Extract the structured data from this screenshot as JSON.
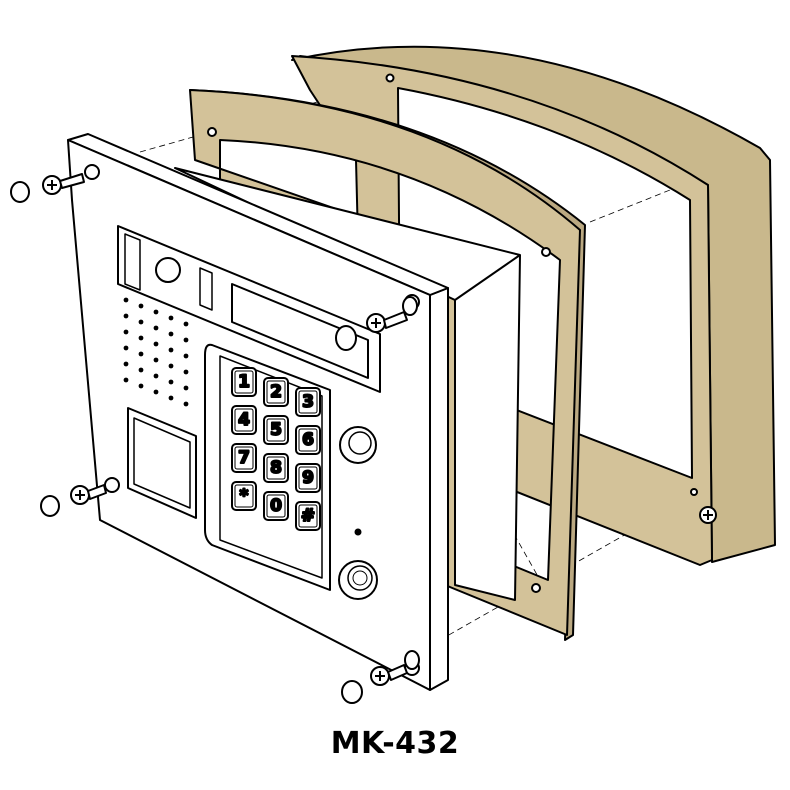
{
  "caption": "MK-432",
  "colors": {
    "frame_fill": "#d3c299",
    "line": "#000000",
    "background": "#ffffff",
    "panel_fill": "#ffffff"
  },
  "keypad": {
    "keys": [
      "1",
      "2",
      "3",
      "4",
      "5",
      "6",
      "7",
      "8",
      "9",
      "*",
      "0",
      "#"
    ]
  },
  "parts": [
    "hood",
    "frame",
    "panel",
    "screw-top-left",
    "screw-top-right",
    "screw-bottom-left",
    "screw-bottom-right"
  ]
}
